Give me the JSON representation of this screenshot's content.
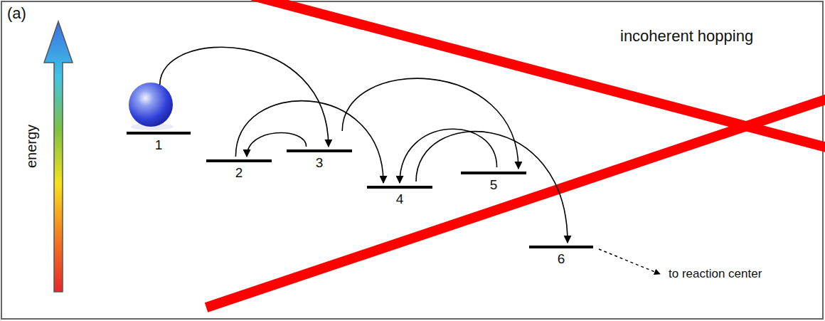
{
  "diagram": {
    "nodes": [
      {
        "text": [
          "1"
        ]
      },
      {
        "text": [
          "2"
        ]
      },
      {
        "text": [
          "3"
        ]
      },
      {
        "text": [
          "4"
        ]
      },
      {
        "text": [
          "5"
        ]
      },
      {
        "text": [
          "6"
        ]
      }
    ],
    "edges": [
      {
        "from": 0,
        "to": 2,
        "arrow": "to"
      },
      {
        "from": 2,
        "to": 1,
        "arrow": "to"
      },
      {
        "from": 1,
        "to": 3,
        "arrow": "to"
      },
      {
        "from": 2,
        "to": 4,
        "arrow": "to"
      },
      {
        "from": 4,
        "to": 3,
        "arrow": "to"
      },
      {
        "from": 3,
        "to": 5,
        "arrow": "to"
      }
    ],
    "labels": [
      "(a)",
      "energy",
      "incoherent hopping",
      "to reaction center"
    ]
  }
}
